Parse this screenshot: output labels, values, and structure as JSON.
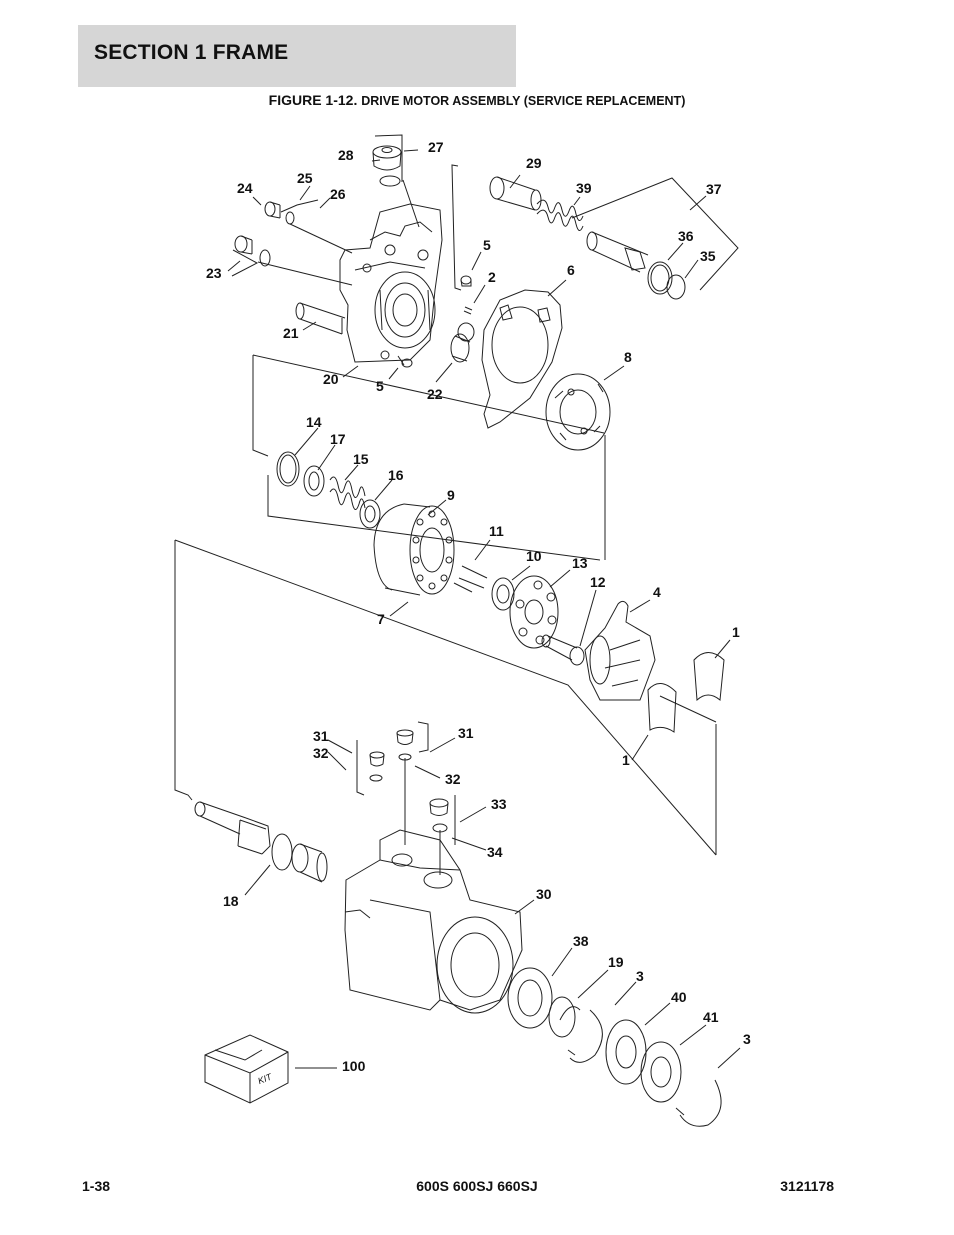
{
  "header": {
    "section_title": "SECTION 1  FRAME",
    "figure_prefix": "FIGURE 1-12.",
    "figure_caption": "DRIVE MOTOR ASSEMBLY (SERVICE REPLACEMENT)"
  },
  "callouts": {
    "c28": "28",
    "c27": "27",
    "c29": "29",
    "c39": "39",
    "c37": "37",
    "c24": "24",
    "c25": "25",
    "c26": "26",
    "c23": "23",
    "c5a": "5",
    "c2": "2",
    "c6": "6",
    "c36": "36",
    "c35": "35",
    "c21": "21",
    "c20": "20",
    "c5b": "5",
    "c22": "22",
    "c8": "8",
    "c14": "14",
    "c17": "17",
    "c15": "15",
    "c16": "16",
    "c9": "9",
    "c11": "11",
    "c10": "10",
    "c13": "13",
    "c12": "12",
    "c4": "4",
    "c7": "7",
    "c1a": "1",
    "c1b": "1",
    "c31a": "31",
    "c32a": "32",
    "c31b": "31",
    "c32b": "32",
    "c33": "33",
    "c34": "34",
    "c18": "18",
    "c30": "30",
    "c38": "38",
    "c19": "19",
    "c3a": "3",
    "c40": "40",
    "c41": "41",
    "c3b": "3",
    "c100": "100"
  },
  "kit_label": "KIT",
  "footer": {
    "page_number": "1-38",
    "models": "600S 600SJ 660SJ",
    "doc_number": "3121178"
  }
}
